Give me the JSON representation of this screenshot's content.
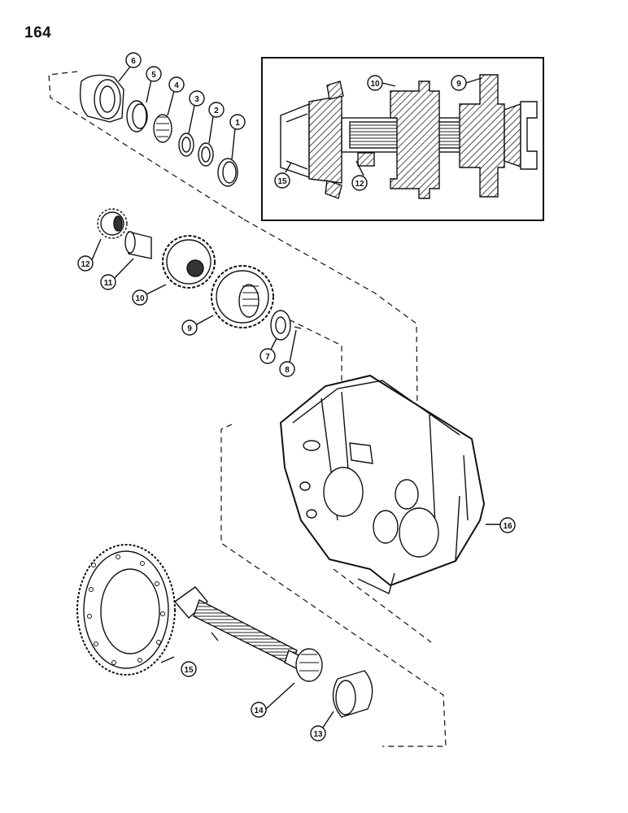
{
  "page": {
    "number": "164"
  },
  "callouts": [
    {
      "id": "c1",
      "label": "1"
    },
    {
      "id": "c2",
      "label": "2"
    },
    {
      "id": "c3",
      "label": "3"
    },
    {
      "id": "c4",
      "label": "4"
    },
    {
      "id": "c5",
      "label": "5"
    },
    {
      "id": "c6",
      "label": "6"
    },
    {
      "id": "c7",
      "label": "7"
    },
    {
      "id": "c8",
      "label": "8"
    },
    {
      "id": "c9",
      "label": "9"
    },
    {
      "id": "c10",
      "label": "10"
    },
    {
      "id": "c11",
      "label": "11"
    },
    {
      "id": "c12",
      "label": "12"
    },
    {
      "id": "c13",
      "label": "13"
    },
    {
      "id": "c14",
      "label": "14"
    },
    {
      "id": "c15",
      "label": "15"
    },
    {
      "id": "c16",
      "label": "16"
    },
    {
      "id": "i9",
      "label": "9"
    },
    {
      "id": "i10",
      "label": "10"
    },
    {
      "id": "i12",
      "label": "12"
    },
    {
      "id": "i15",
      "label": "15"
    }
  ],
  "colors": {
    "ink": "#111111",
    "paper": "#ffffff",
    "shade": "#777777"
  }
}
